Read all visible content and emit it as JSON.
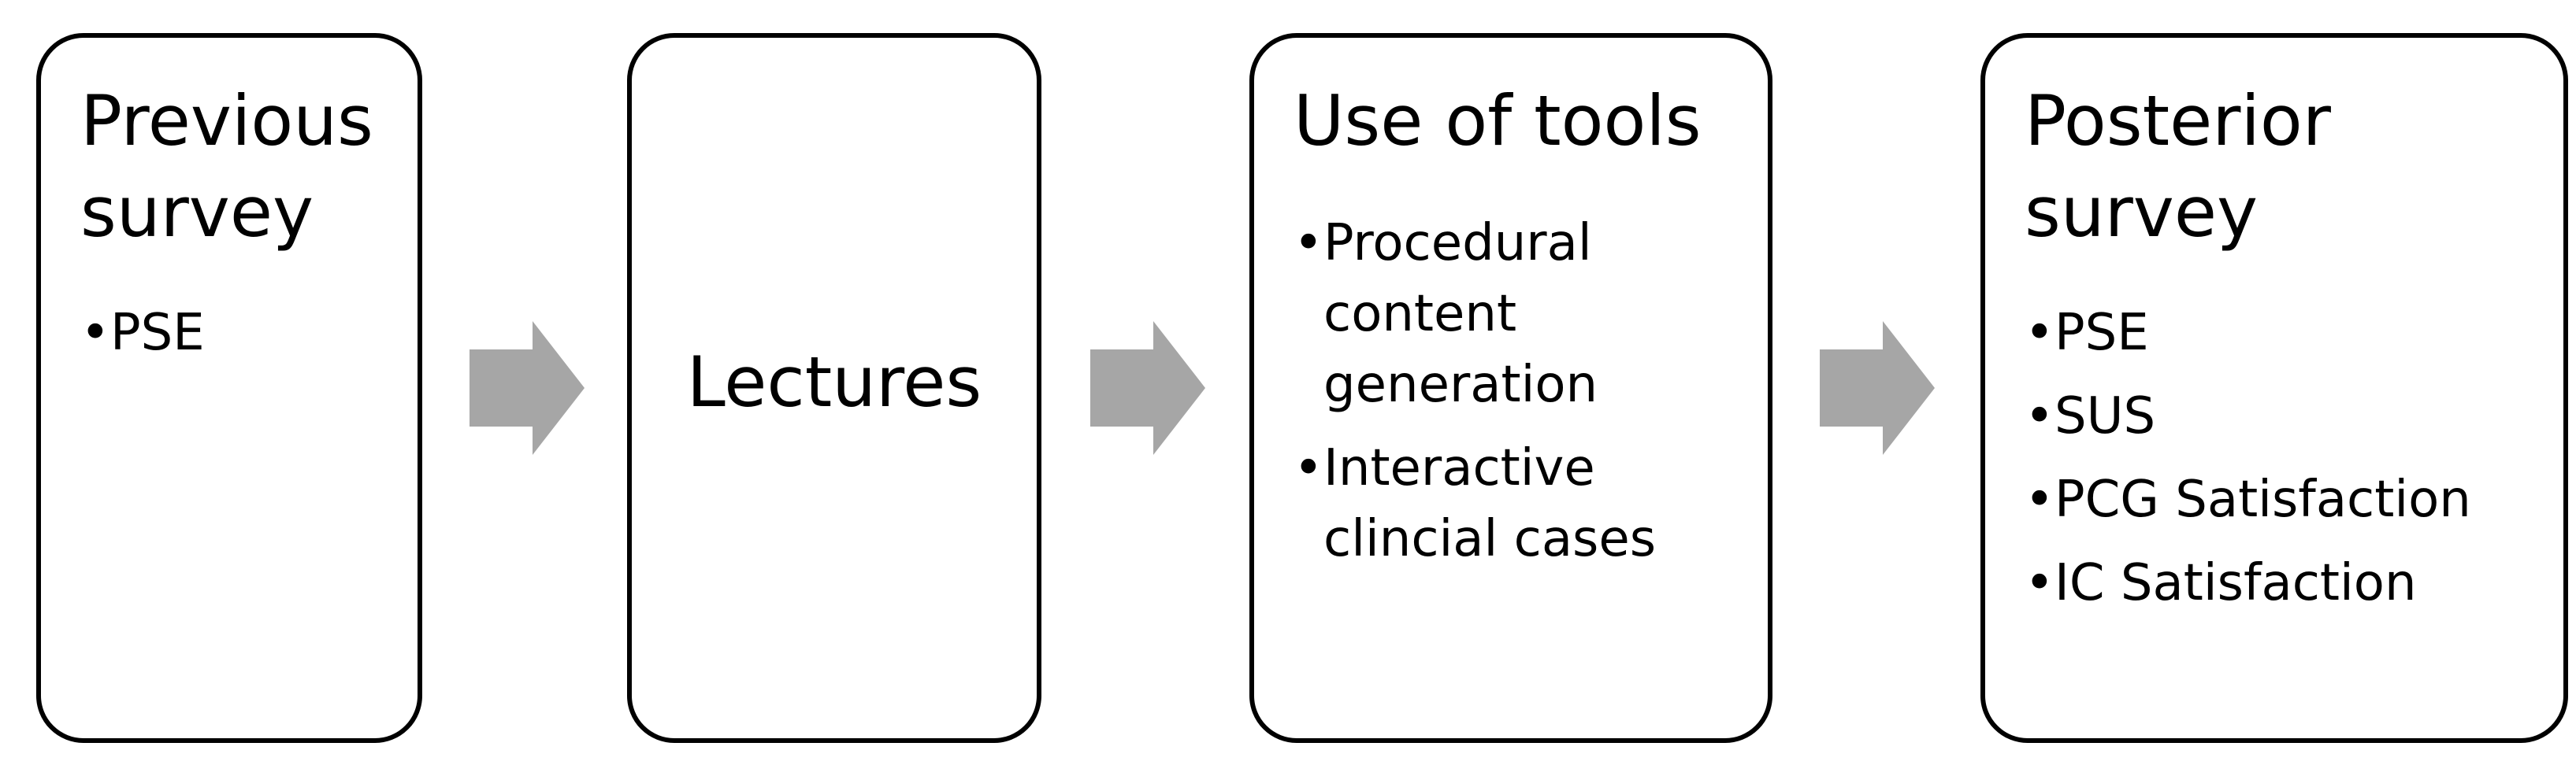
{
  "colors": {
    "box_border": "#000000",
    "arrow_fill": "#a6a6a6",
    "text": "#000000",
    "background": "#ffffff"
  },
  "icons": {
    "bullet": "•",
    "arrow": "right-block-arrow"
  },
  "stages": [
    {
      "title": "Previous survey",
      "bullets": [
        "PSE"
      ]
    },
    {
      "title": "Lectures",
      "bullets": []
    },
    {
      "title": "Use of tools",
      "bullets": [
        "Procedural content generation",
        "Interactive clincial cases"
      ]
    },
    {
      "title": "Posterior survey",
      "bullets": [
        "PSE",
        "SUS",
        "PCG Satisfaction",
        "IC Satisfaction"
      ]
    }
  ]
}
